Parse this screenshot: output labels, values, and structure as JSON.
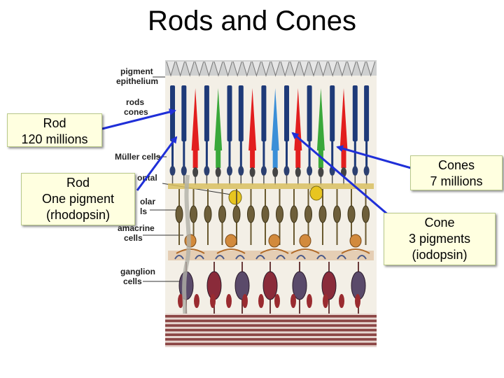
{
  "title": "Rods and Cones",
  "labels": {
    "pigment_line1": "pigment",
    "pigment_line2": "epithelium",
    "rods": "rods",
    "cones": "cones",
    "muller": "Müller cells",
    "horizontal_partial": "ontal",
    "bipolar_partial_1": "olar",
    "bipolar_partial_2": "ls",
    "amacrine_line1": "amacrine",
    "amacrine_line2": "cells",
    "ganglion_line1": "ganglion",
    "ganglion_line2": "cells"
  },
  "callouts": {
    "rod_count": {
      "line1": "Rod",
      "line2": "120 millions"
    },
    "rod_pigment": {
      "line1": "Rod",
      "line2": "One pigment",
      "line3": "(rhodopsin)"
    },
    "cone_count": {
      "line1": "Cones",
      "line2": "7  millions"
    },
    "cone_pigment": {
      "line1": "Cone",
      "line2": "3  pigments",
      "line3": "(iodopsin)"
    }
  },
  "colors": {
    "arrow": "#1f2fd8",
    "rod": "#1e3a78",
    "cone_red": "#e21e1e",
    "cone_green": "#3aa83a",
    "cone_blue": "#3a8fd8",
    "callout_bg": "#ffffe0",
    "nerve_layer": "#7a2b2b"
  }
}
